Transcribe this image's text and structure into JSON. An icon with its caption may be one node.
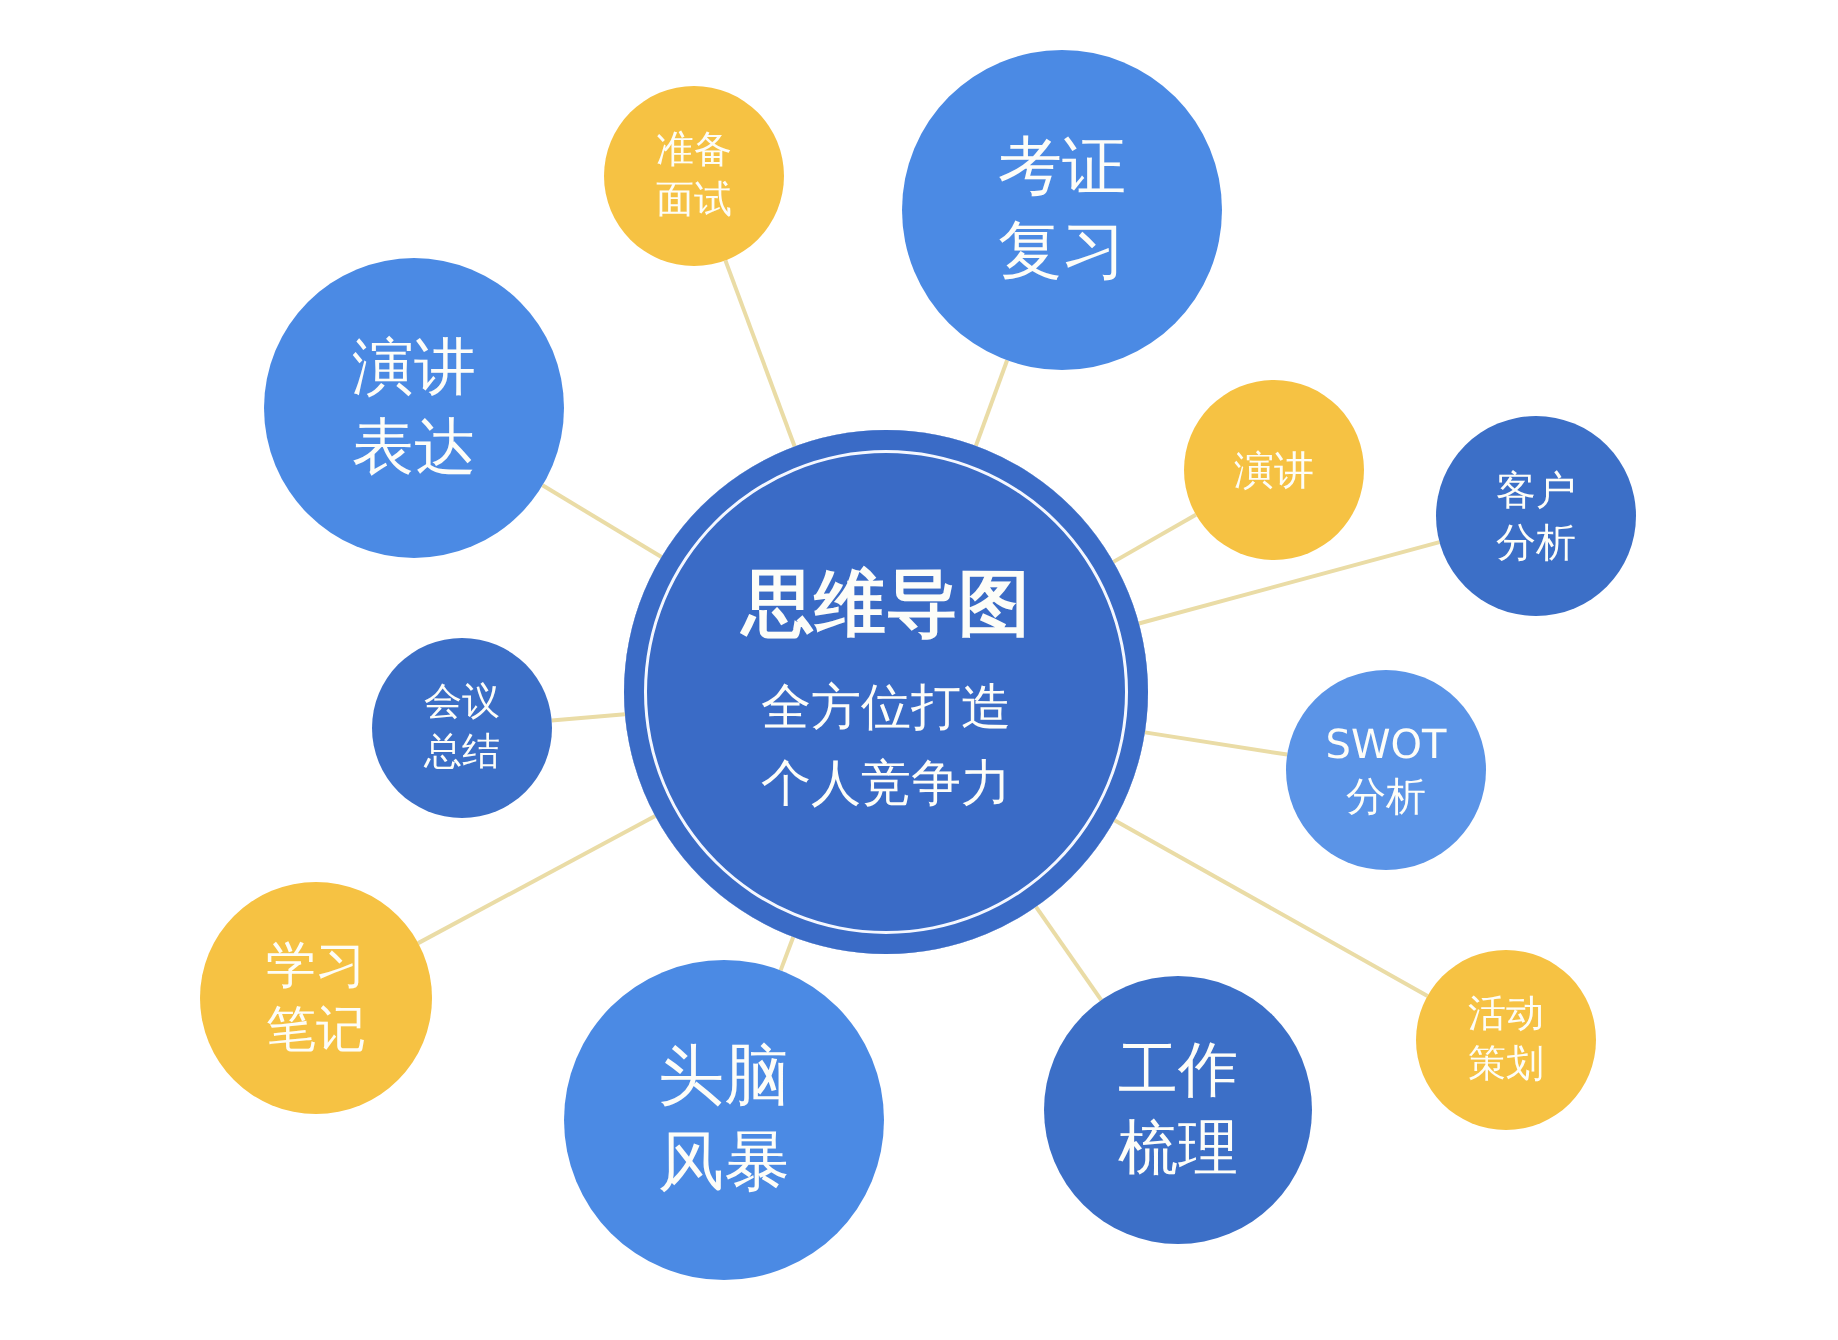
{
  "diagram": {
    "nodes": [
      {
        "text": [
          "思维导图",
          "全方位打造个人竞争力"
        ]
      },
      {
        "text": [
          "准备面试"
        ]
      },
      {
        "text": [
          "考证复习"
        ]
      },
      {
        "text": [
          "演讲表达"
        ]
      },
      {
        "text": [
          "演讲"
        ]
      },
      {
        "text": [
          "客户分析"
        ]
      },
      {
        "text": [
          "会议总结"
        ]
      },
      {
        "text": [
          "SWOT分析"
        ]
      },
      {
        "text": [
          "学习笔记"
        ]
      },
      {
        "text": [
          "头脑风暴"
        ]
      },
      {
        "text": [
          "工作梳理"
        ]
      },
      {
        "text": [
          "活动策划"
        ]
      }
    ],
    "edges": [
      {
        "from": 0,
        "to": 1,
        "arrow": "none"
      },
      {
        "from": 0,
        "to": 2,
        "arrow": "none"
      },
      {
        "from": 0,
        "to": 3,
        "arrow": "none"
      },
      {
        "from": 0,
        "to": 4,
        "arrow": "none"
      },
      {
        "from": 0,
        "to": 5,
        "arrow": "none"
      },
      {
        "from": 0,
        "to": 6,
        "arrow": "none"
      },
      {
        "from": 0,
        "to": 7,
        "arrow": "none"
      },
      {
        "from": 0,
        "to": 8,
        "arrow": "none"
      },
      {
        "from": 0,
        "to": 9,
        "arrow": "none"
      },
      {
        "from": 0,
        "to": 10,
        "arrow": "none"
      },
      {
        "from": 0,
        "to": 11,
        "arrow": "none"
      }
    ]
  }
}
